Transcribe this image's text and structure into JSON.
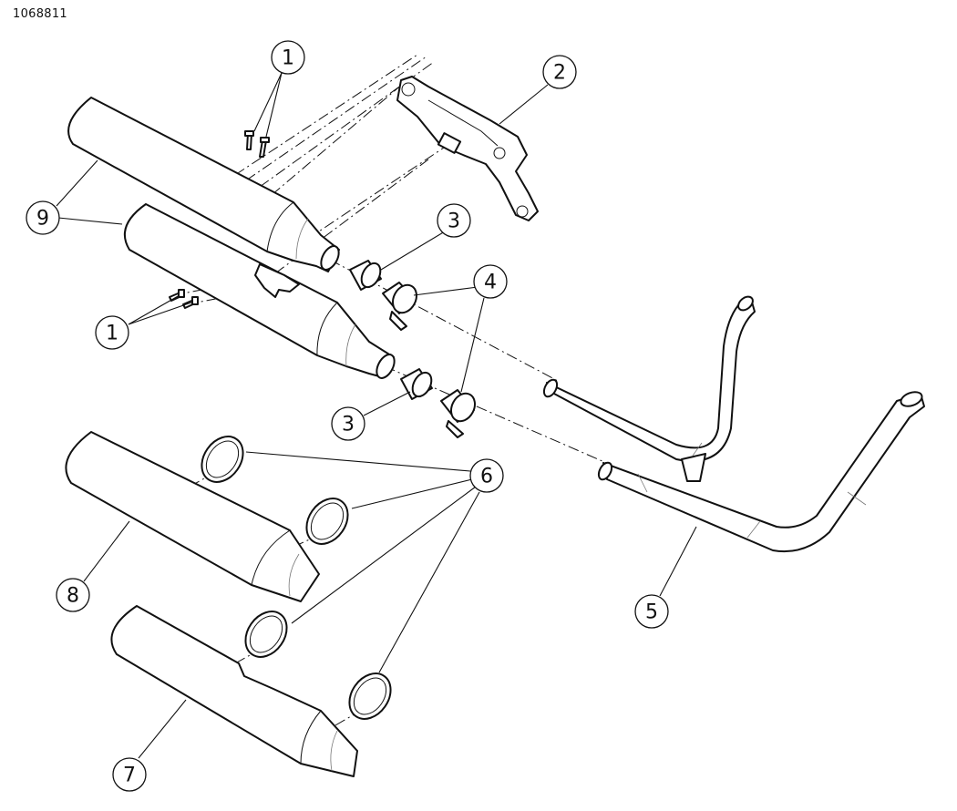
{
  "figure": {
    "id": "1068811"
  },
  "callouts": [
    {
      "key": "c1a",
      "label": "1"
    },
    {
      "key": "c1b",
      "label": "1"
    },
    {
      "key": "c2",
      "label": "2"
    },
    {
      "key": "c3a",
      "label": "3"
    },
    {
      "key": "c3b",
      "label": "3"
    },
    {
      "key": "c4",
      "label": "4"
    },
    {
      "key": "c5",
      "label": "5"
    },
    {
      "key": "c6",
      "label": "6"
    },
    {
      "key": "c7",
      "label": "7"
    },
    {
      "key": "c8",
      "label": "8"
    },
    {
      "key": "c9",
      "label": "9"
    }
  ]
}
